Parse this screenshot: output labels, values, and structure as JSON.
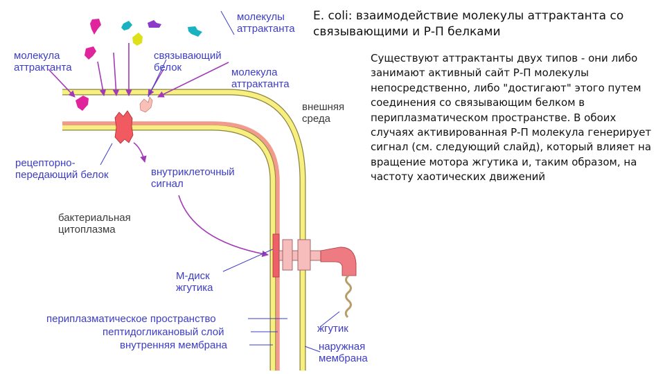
{
  "title": "E. coli: взаимодействие молекулы аттрактанта со связывающими и Р-П белками",
  "description": "Существуют аттрактанты двух типов - они либо занимают активный сайт Р-П молекулы непосредственно, либо \"достигают\" этого путем соединения со связывающим белком в периплазматическом пространстве. В обоих случаях активированная Р-П молекула генерирует сигнал (см. следующий слайд), который влияет на вращение мотора жгутика и, таким образом, на частоту хаотических движений",
  "labels": {
    "attractant_molecules_top": [
      "молекулы",
      "аттрактанта"
    ],
    "attractant_molecule_left": [
      "молекула",
      "аттрактанта"
    ],
    "binding_protein": [
      "связывающий",
      "белок"
    ],
    "attractant_molecule_right": [
      "молекула",
      "аттрактанта"
    ],
    "external_environment": [
      "внешняя",
      "среда"
    ],
    "receptor_protein": [
      "рецепторно-",
      "передающий белок"
    ],
    "intracellular_signal": [
      "внутриклеточный",
      "сигнал"
    ],
    "bacterial_cytoplasm": [
      "бактериальная",
      "цитоплазма"
    ],
    "m_disk": [
      "М-диск",
      "жгутика"
    ],
    "periplasmic_space": "периплазматическое пространство",
    "peptidoglycan_layer": "пептидогликановый слой",
    "inner_membrane": "внутренняя мембрана",
    "flagellum": "жгутик",
    "outer_membrane": [
      "наружная",
      "мембрана"
    ]
  },
  "colors": {
    "label_blue": "#3c3cc8",
    "label_gray": "#3a3a3a",
    "outer_membrane": "#f7ef7f",
    "inner_membrane": "#f7ef7f",
    "peptidoglycan": "#f29a8c",
    "membrane_stroke": "#8a8240",
    "receptor": "#f05a60",
    "flagellar_motor": "#f7bcbc",
    "hook": "#ee7a82",
    "flagellum_filament": "#b79c6a",
    "arrow": "#a23ab8",
    "molecule_magenta": "#e0249c",
    "molecule_yellow": "#dee01a",
    "molecule_teal": "#1ab2c0",
    "molecule_violet": "#8a3cc8",
    "binding_protein_fill": "#f8c0b6"
  }
}
